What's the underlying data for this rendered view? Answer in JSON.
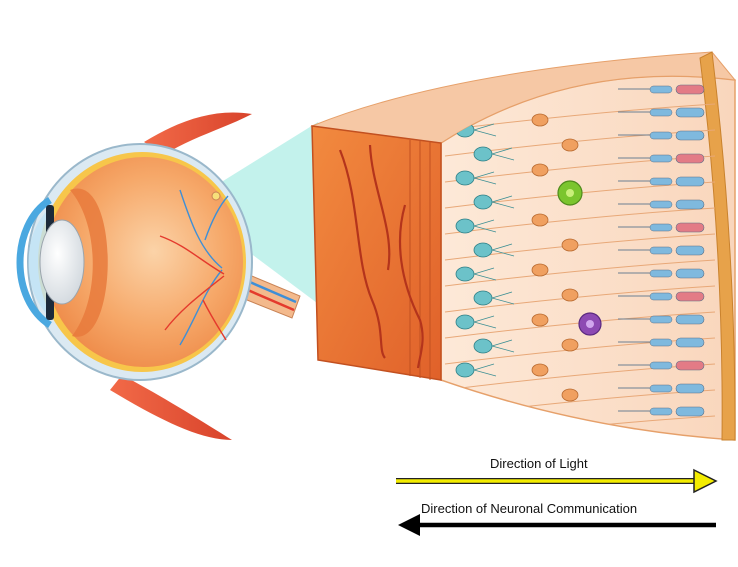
{
  "diagram": {
    "arrows": [
      {
        "label": "Direction of Light",
        "color": "#f3ec00",
        "direction": "right"
      },
      {
        "label": "Direction of Neuronal Communication",
        "color": "#000000",
        "direction": "left"
      }
    ],
    "colors": {
      "background": "#ffffff",
      "sclera": "#d9e9f3",
      "choroid": "#f39a52",
      "retina_block_face": "#ef7a2e",
      "retina_tissue": "#fbe3cf",
      "cone_cells": "#7fb9de",
      "rod_cells": "#e37b86",
      "ganglion_cells": "#6cc2c9",
      "bipolar_cells": "#f0a060",
      "horizontal_cell": "#7bc52e",
      "amacrine_cell": "#8d4ab3",
      "light_beam": "#bdf1ea",
      "muscle": "#e9543a",
      "iris": "#4aa8e0"
    }
  }
}
